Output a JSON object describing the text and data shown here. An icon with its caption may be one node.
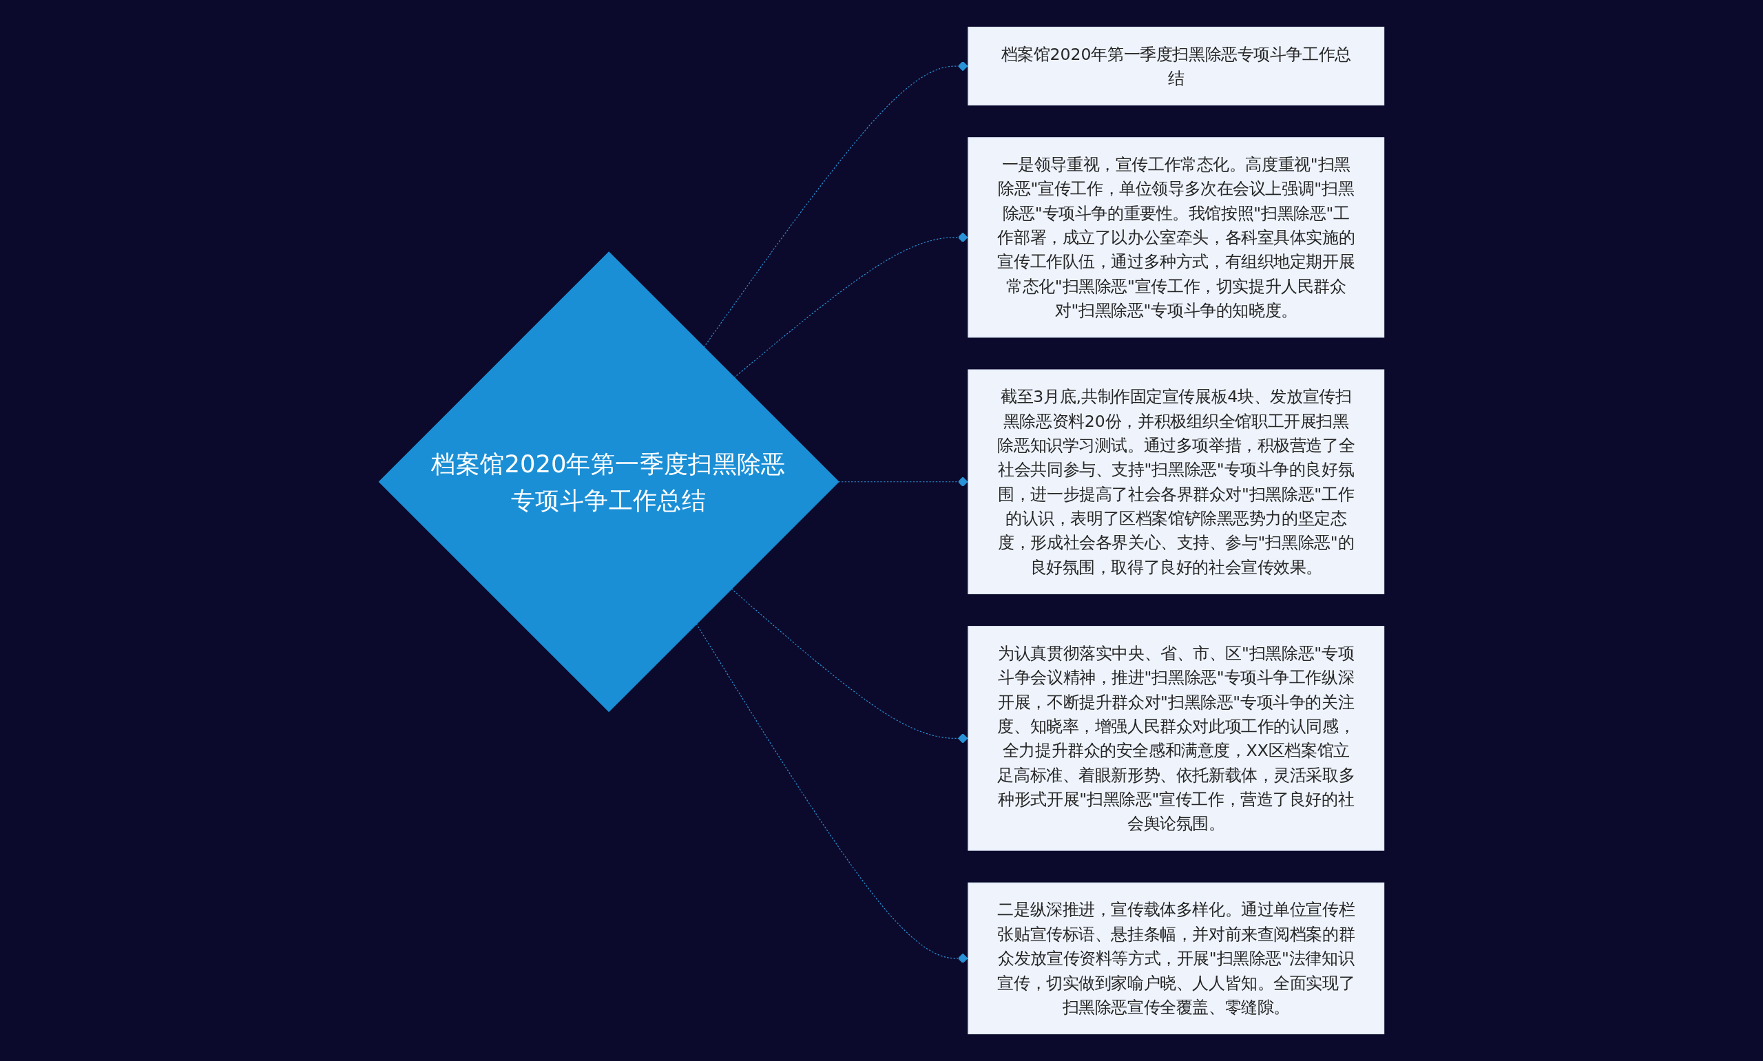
{
  "diagram": {
    "nodes": [
      {
        "text": [
          "档案馆2020年第一季度扫黑除恶专项斗争工作总结"
        ]
      },
      {
        "text": [
          "档案馆2020年第一季度扫黑除恶专项斗争工作总结"
        ]
      },
      {
        "text": [
          "一是领导重视，宣传工作常态化。高度重视\"扫黑除恶\"宣传工作，单位领导多次在会议上强调\"扫黑除恶\"专项斗争的重要性。我馆按照\"扫黑除恶\"工作部署，成立了以办公室牵头，各科室具体实施的宣传工作队伍，通过多种方式，有组织地定期开展常态化\"扫黑除恶\"宣传工作，切实提升人民群众对\"扫黑除恶\"专项斗争的知晓度。"
        ]
      },
      {
        "text": [
          "截至3月底,共制作固定宣传展板4块、发放宣传扫黑除恶资料20份，并积极组织全馆职工开展扫黑除恶知识学习测试。通过多项举措，积极营造了全社会共同参与、支持\"扫黑除恶\"专项斗争的良好氛围，进一步提高了社会各界群众对\"扫黑除恶\"工作的认识，表明了区档案馆铲除黑恶势力的坚定态度，形成社会各界关心、支持、参与\"扫黑除恶\"的良好氛围，取得了良好的社会宣传效果。"
        ]
      },
      {
        "text": [
          "为认真贯彻落实中央、省、市、区\"扫黑除恶\"专项斗争会议精神，推进\"扫黑除恶\"专项斗争工作纵深开展，不断提升群众对\"扫黑除恶\"专项斗争的关注度、知晓率，增强人民群众对此项工作的认同感，全力提升群众的安全感和满意度，XX区档案馆立足高标准、着眼新形势、依托新载体，灵活采取多种形式开展\"扫黑除恶\"宣传工作，营造了良好的社会舆论氛围。"
        ]
      },
      {
        "text": [
          "二是纵深推进，宣传载体多样化。通过单位宣传栏张贴宣传标语、悬挂条幅，并对前来查阅档案的群众发放宣传资料等方式，开展\"扫黑除恶\"法律知识宣传，切实做到家喻户晓、人人皆知。全面实现了扫黑除恶宣传全覆盖、零缝隙。"
        ]
      }
    ],
    "edges": [
      {
        "from": 0,
        "to": 1,
        "arrow": "other",
        "style": "dashed"
      },
      {
        "from": 0,
        "to": 2,
        "arrow": "other",
        "style": "dashed"
      },
      {
        "from": 0,
        "to": 3,
        "arrow": "other",
        "style": "dashed"
      },
      {
        "from": 0,
        "to": 4,
        "arrow": "other",
        "style": "dashed"
      },
      {
        "from": 0,
        "to": 5,
        "arrow": "other",
        "style": "dashed"
      }
    ]
  }
}
